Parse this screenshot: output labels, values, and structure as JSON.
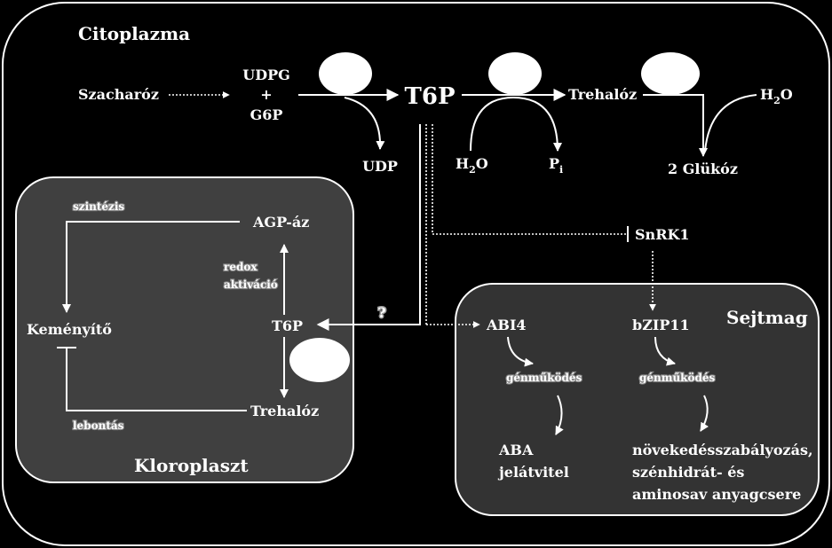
{
  "compartments": {
    "cytoplasm": "Citoplazma",
    "chloroplast": "Kloroplaszt",
    "nucleus": "Sejtmag"
  },
  "cytoplasm": {
    "sucrose": "Szacharóz",
    "udpg": "UDPG",
    "plus": "+",
    "g6p": "G6P",
    "t6p": "T6P",
    "udp": "UDP",
    "h2o_a": "H",
    "h2o_a_sub": "2",
    "h2o_a_tail": "O",
    "pi": "P",
    "pi_sub": "i",
    "trehalose": "Trehalóz",
    "h2o_b": "H",
    "h2o_b_sub": "2",
    "h2o_b_tail": "O",
    "glucose": "2 Glükóz",
    "snrk1": "SnRK1"
  },
  "chloroplast": {
    "synthesis": "szintézis",
    "agpase": "AGP-áz",
    "redox_1": "redox",
    "redox_2": "aktiváció",
    "starch": "Keményítő",
    "t6p": "T6P",
    "trehalose": "Trehalóz",
    "degradation": "lebontás",
    "question": "?"
  },
  "nucleus": {
    "abi4": "ABI4",
    "bzip11": "bZIP11",
    "gene_1": "génműködés",
    "gene_2": "génműködés",
    "aba_1": "ABA",
    "aba_2": "jelátvitel",
    "growth_1": "növekedésszabályozás,",
    "growth_2": "szénhidrát- és",
    "growth_3": "aminosav anyagcsere"
  }
}
